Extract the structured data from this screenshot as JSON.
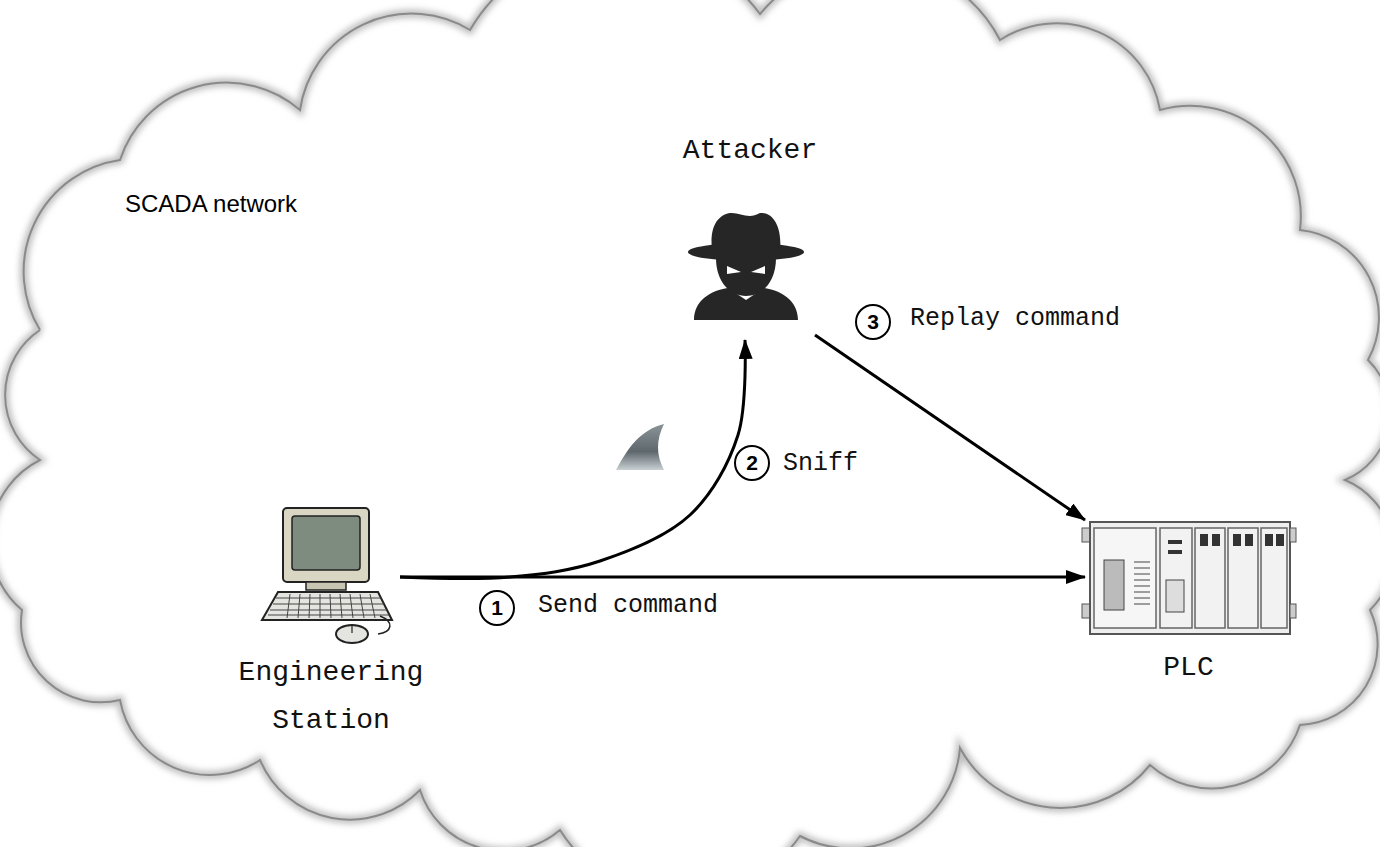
{
  "diagram": {
    "nodes": [
      {
        "text": [
          "SCADA network"
        ]
      },
      {
        "text": [
          "Attacker"
        ],
        "in": 0
      },
      {
        "text": [
          "Engineering Station"
        ],
        "in": 0
      },
      {
        "text": [
          "PLC"
        ],
        "in": 0
      }
    ],
    "edges": [
      {
        "from": 2,
        "to": 3,
        "arrow": "to",
        "label": "Send command"
      },
      {
        "from": 2,
        "to": 1,
        "arrow": "to",
        "label": "Sniff"
      },
      {
        "from": 1,
        "to": 3,
        "arrow": "to",
        "label": "Replay command"
      }
    ],
    "labels": [
      "1",
      "2",
      "3"
    ]
  }
}
